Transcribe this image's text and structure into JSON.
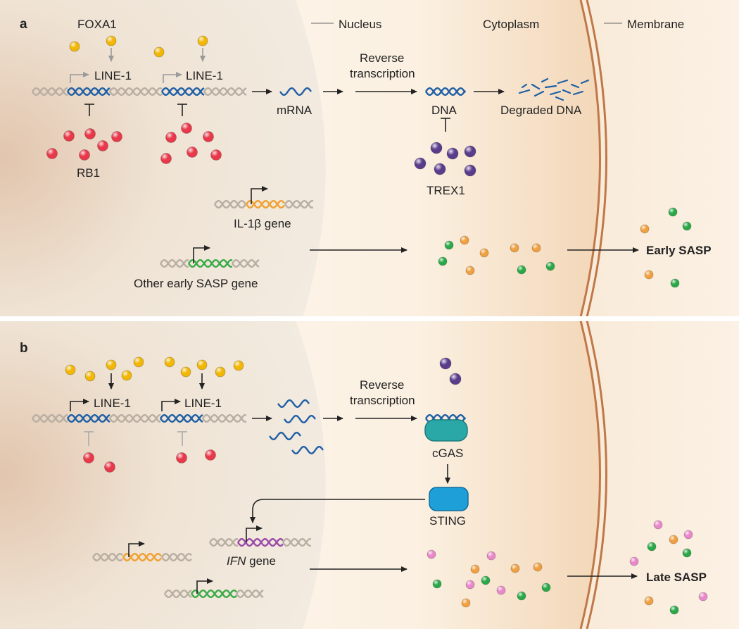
{
  "panel_a": {
    "letter": "a",
    "regions": {
      "nucleus": "Nucleus",
      "cytoplasm": "Cytoplasm",
      "membrane": "Membrane"
    },
    "foxa1": "FOXA1",
    "line1": "LINE-1",
    "rb1": "RB1",
    "mrna": "mRNA",
    "rt_line1": "Reverse",
    "rt_line2": "transcription",
    "dna": "DNA",
    "degraded": "Degraded DNA",
    "trex1": "TREX1",
    "il1b": "IL-1β gene",
    "other_gene": "Other early SASP gene",
    "early_sasp": "Early SASP"
  },
  "panel_b": {
    "letter": "b",
    "line1": "LINE-1",
    "rt_line1": "Reverse",
    "rt_line2": "transcription",
    "cgas": "cGAS",
    "sting": "STING",
    "ifn": "IFN",
    "ifn_suffix": " gene",
    "late_sasp": "Late SASP"
  },
  "colors": {
    "foxa1": "#f2b705",
    "rb1": "#e8384a",
    "trex1": "#5a3c8c",
    "dna_line1": "#1f5fa6",
    "il1b_gene": "#f0a030",
    "early_gene": "#3aaa48",
    "ifn_gene": "#9a4aa8",
    "cgas": "#2aa8a8",
    "sting": "#1e9fd8",
    "sasp_orange": "#f0a040",
    "sasp_green": "#2aa848",
    "sasp_pink": "#e888c8"
  }
}
